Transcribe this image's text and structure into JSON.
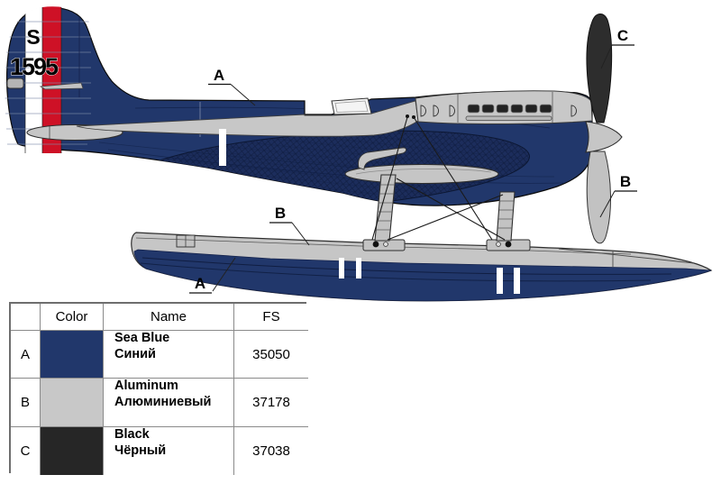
{
  "aircraft": {
    "fin_code": "S",
    "fin_serial": "1595"
  },
  "callouts": {
    "a_top": "A",
    "a_float": "A",
    "b_float": "B",
    "b_prop": "B",
    "c_prop": "C"
  },
  "table": {
    "headers": {
      "letter": "",
      "color": "Color",
      "name": "Name",
      "fs": "FS"
    },
    "rows": [
      {
        "letter": "A",
        "name_en": "Sea Blue",
        "name_ru": "Синий",
        "fs": "35050",
        "swatch": "#21376b"
      },
      {
        "letter": "B",
        "name_en": "Aluminum",
        "name_ru": "Алюминиевый",
        "fs": "37178",
        "swatch": "#c8c8c8"
      },
      {
        "letter": "C",
        "name_en": "Black",
        "name_ru": "Чёрный",
        "fs": "37038",
        "swatch": "#262626"
      }
    ]
  },
  "palette": {
    "sea_blue": "#21376b",
    "sea_blue_dark": "#16244d",
    "aluminum": "#c8c8c8",
    "propeller_black": "#2d2d2d",
    "stripe_red": "#ce1126",
    "stripe_white": "#ffffff",
    "outline": "#1a1a1a"
  }
}
